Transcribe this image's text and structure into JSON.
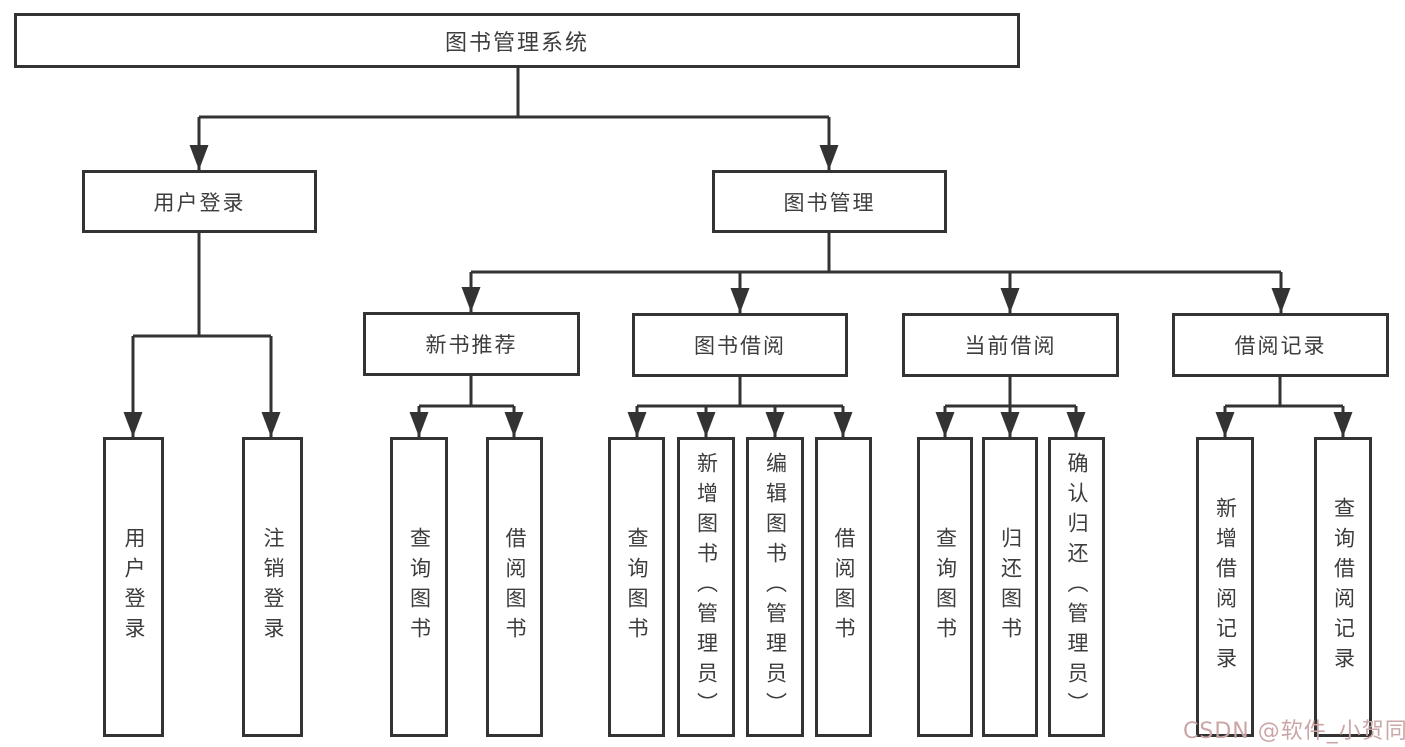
{
  "diagram": {
    "root": "图书管理系统",
    "level2": {
      "user_login": "用户登录",
      "book_management": "图书管理"
    },
    "level3": {
      "new_book_recommend": "新书推荐",
      "book_borrowing": "图书借阅",
      "current_borrowing": "当前借阅",
      "borrowing_records": "借阅记录"
    },
    "leaves": {
      "user_login": [
        "用户登录",
        "注销登录"
      ],
      "new_book_recommend": [
        "查询图书",
        "借阅图书"
      ],
      "book_borrowing": [
        "查询图书",
        "新增图书（管理员）",
        "编辑图书（管理员）",
        "借阅图书"
      ],
      "current_borrowing": [
        "查询图书",
        "归还图书",
        "确认归还（管理员）"
      ],
      "borrowing_records": [
        "新增借阅记录",
        "查询借阅记录"
      ]
    },
    "watermark": "CSDN @软件_小贺同学",
    "colors": {
      "line": "#333333",
      "text": "#3d3d3d",
      "box_background": "#ffffff",
      "watermark": "#cba6a6"
    }
  }
}
